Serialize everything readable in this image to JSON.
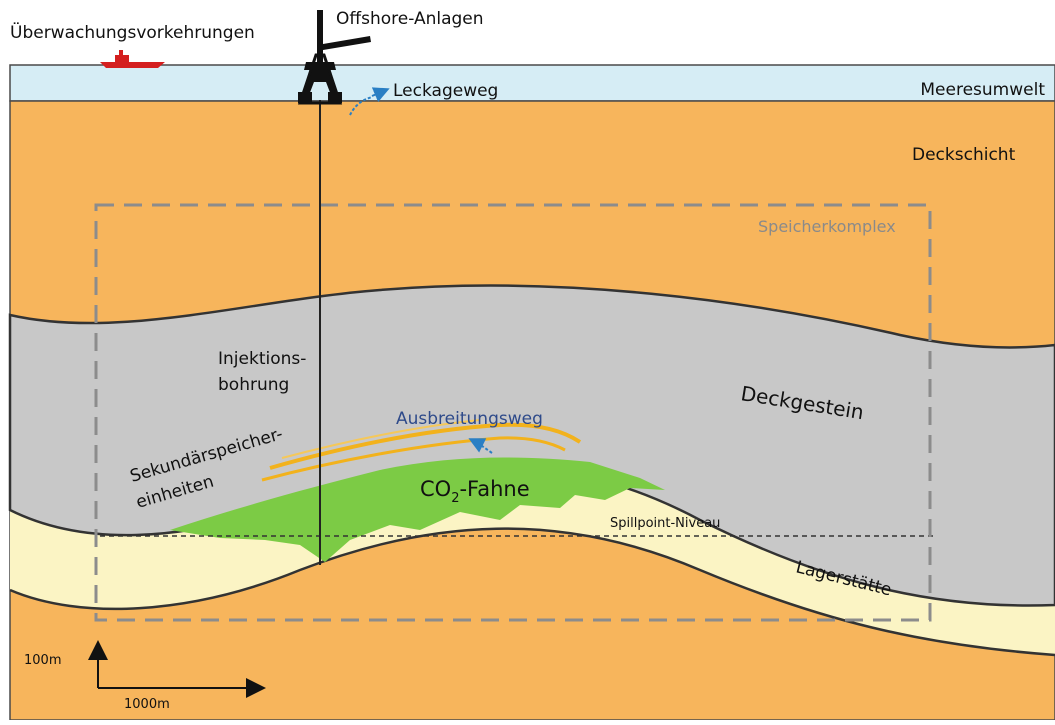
{
  "labels": {
    "monitoring": "Überwachungsvorkehrungen",
    "offshore": "Offshore-Anlagen",
    "leakage": "Leckageweg",
    "marine": "Meeresumwelt",
    "overburden": "Deckschicht",
    "storage_complex": "Speicherkomplex",
    "injection_1": "Injektions-",
    "injection_2": "bohrung",
    "caprock": "Deckgestein",
    "migration": "Ausbreitungsweg",
    "secondary_1": "Sekundärspeicher-",
    "secondary_2": "einheiten",
    "plume_prefix": "CO",
    "plume_sub": "2",
    "plume_suffix": "-Fahne",
    "spillpoint": "Spillpoint-Niveau",
    "reservoir": "Lagerstätte",
    "scale_vertical": "100m",
    "scale_horizontal": "1000m"
  },
  "colors": {
    "sea": "#d6edf5",
    "overburden": "#f7b55c",
    "caprock": "#c8c8c8",
    "reservoir": "#fbf4c4",
    "plume": "#7ccb45",
    "secondary": "#f2b21c",
    "leak_arrow": "#2a7fc4",
    "ship": "#d41f1f",
    "complex_border": "#8c8c8c"
  }
}
